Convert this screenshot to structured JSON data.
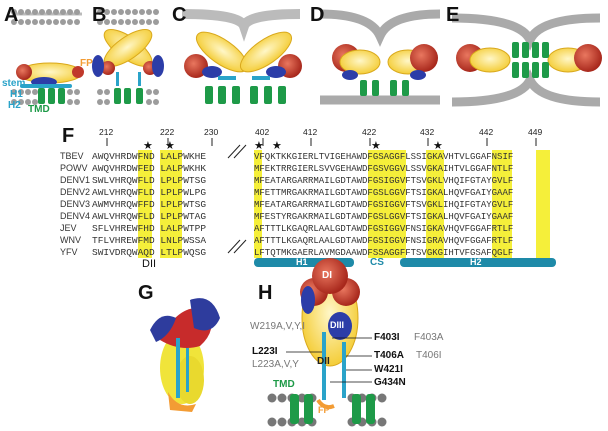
{
  "panels": {
    "a": "A",
    "b": "B",
    "c": "C",
    "d": "D",
    "e": "E",
    "f": "F",
    "g": "G",
    "h": "H"
  },
  "panel_a_labels": {
    "fp": "FP",
    "stem": "stem",
    "h1": "H1",
    "h2": "H2",
    "tmd": "TMD"
  },
  "alignment": {
    "positions_left": [
      "212",
      "222",
      "230"
    ],
    "positions_right": [
      "402",
      "412",
      "422",
      "432",
      "442",
      "449"
    ],
    "viruses": [
      "TBEV",
      "POWV",
      "DENV1",
      "DENV2",
      "DENV3",
      "DENV4",
      "JEV",
      "WNV",
      "YFV"
    ],
    "seq_left": [
      "AWQVHRDWFND LALPWKHE",
      "AWQVHRDWFED LALPWKHK",
      "SWLVHRQWFLD LPLPWTSG",
      "AWLVHRQWFLD LPLPWLPG",
      "AWMVHRQWFFD LPLPWTSG",
      "AWLVHRQWFLD LPLPWTAG",
      "SFLVHREWFHD LALPWTPP",
      "TFLVHREWFMD LNLPWSSA",
      "SWIVDRQWAQD LTLPWQSG"
    ],
    "seq_right": [
      "VFQKTKKGIERLTVIGEHAWDFGSAGGFLSSIGKAVHTVLGGAFNSIF",
      "MFEKTRRGIERLSVVGEHAWDFGSVGGVLSSVGKAIHTVLGGAFNTLF",
      "MFEATARGARRMAILGDTAWDFGSIGGVFTSVGKLVHQIFGTAYGVLF",
      "MFETTMRGAKRMAILGDTAWDFGSLGGVFTSIGKALHQVFGAIYGAAF",
      "MFEATARGARRMAILGDTAWDFGSIGGVFTSVGKLIHQIFGTAYGVLF",
      "MFESTYRGAKRMAILGDTAWDFGSLGGVFTSIGKALHQVFGAIYGAAF",
      "AFTTTLKGAQRLAALGDTAWDFGSIGGVFNSIGKAVHQVFGGAFRTLF",
      "AFTTTLKGAQRLAALGDTAWDFGSIGGVFNSIGRAVHQVFGGAFRTLF",
      "LFTQTMKGAERLAVMGDAAWDFSSAGGFFTSVGKGIHTVFGSAFQGLF"
    ],
    "domain_dii": "DII",
    "bar_h1": "H1",
    "bar_cs": "CS",
    "bar_h2": "H2"
  },
  "panel_h_labels": {
    "di": "DI",
    "diii": "DIII",
    "dii": "DII",
    "tmd": "TMD",
    "fp": "FP"
  },
  "mutations": {
    "w219": "W219A,V,Y,I",
    "l223i": "L223I",
    "l223": "L223A,V,Y",
    "f403i": "F403I",
    "f403a": "F403A",
    "t406a": "T406A",
    "t406i": "T406I",
    "w421i": "W421I",
    "g434n": "G434N"
  },
  "colors": {
    "yellow_domain": "#f6d443",
    "red_domain": "#c0392b",
    "blue_domain": "#2c3da8",
    "stem_blue": "#2aa3c9",
    "tmd_green": "#1e9a48",
    "fp_orange": "#f39c34",
    "highlight": "#f5ef3a"
  }
}
